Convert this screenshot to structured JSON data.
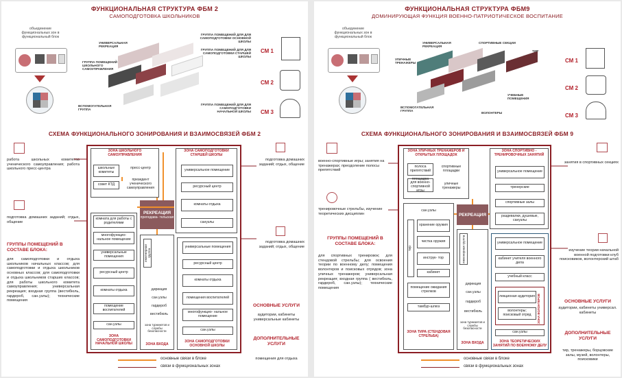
{
  "left": {
    "title": "ФУНКЦИОНАЛЬНАЯ СТРУКТУРА ФБМ 2",
    "subtitle": "САМОПОДГОТОВКА ШКОЛЬНИКОВ",
    "merge_note": "объединение функциональных зон в функциональный блок",
    "iso_labels": {
      "universal_rec": "УНИВЕРСАЛЬНАЯ РЕКРЕАЦИЯ",
      "self_gov": "ГРУППА ПОМЕЩЕНИЙ ШКОЛЬНОГО САМОУПРАВЛЕНИЯ",
      "basic_school": "ГРУППА ПОМЕЩЕНИЙ ДЛЯ ДЛЯ САМОПОДГОТОВКИ ОСНОВНОЙ ШКОЛЫ",
      "senior_school": "ГРУППА ПОМЕЩЕНИЙ ДЛЯ ДЛЯ САМОПОДГОТОВКИ СТАРШЕЙ ШКОЛЫ",
      "aux_group": "ВСПОМОГАТЕЛЬНАЯ ГРУППА",
      "primary_school": "ГРУППА ПОМЕЩЕНИЙ ДЛЯ ДЛЯ САМОПОДГОТОВКИ НАЧАЛЬНОЙ ШКОЛЫ"
    },
    "sm": [
      "СМ 1",
      "СМ 2",
      "СМ 3"
    ],
    "scheme_title": "СХЕМА ФУНКЦИОНАЛЬНОГО ЗОНИРОВАНИЯ И ВЗАИМОСВЯЗЕЙ ФБМ 2",
    "left_text_1": "работа школьных комитетов ученического самоуправления; работа школьного пресс-центра",
    "left_text_2": "подготовка домашних заданий; отдых, общение",
    "groups_title": "ГРУППЫ ПОМЕЩЕНИЙ В СОСТАВЕ БЛОКА:",
    "groups_text": "для самоподготовки и отдыха школьников начальных классов; для самоподготовки и отдыха школьников основных классов; для самоподготовки и отдыха школьников старших классов; для работы школьного комитета самоуправления; универсальная рекреация; входная группа (вестибюль, гардероб, сан.узлы); технические помещения",
    "zone_selfgov": "ЗОНА ШКОЛЬНОГО САМОУПРАВЛЕНИЯ",
    "zone_senior": "ЗОНА САМОПОДГОТОВКИ СТАРШЕЙ ШКОЛЫ",
    "zone_primary": "ЗОНА САМОПОДГОТОВКИ НАЧАЛЬНОЙ ШКОЛЫ",
    "zone_entry": "ЗОНА ВХОДА",
    "zone_basic": "ЗОНА САМОПОДГОТОВКИ ОСНОВНОЙ ШКОЛЫ",
    "selfgov_boxes": [
      "школьные комитеты",
      "совет КТД",
      "пресс-центр",
      "президент ученического самоуправления"
    ],
    "senior_boxes": [
      "универсальное помещение",
      "ресурсный центр",
      "комнаты отдыха",
      "санузлы"
    ],
    "rec_label": "РЕКРЕАЦИЯ",
    "rec_sub": "преподава- тельская",
    "primary_boxes": [
      "комната для работы с родителями",
      "многофункцио- нальное помещение",
      "универсальные помещения",
      "ресурсный центр",
      "комнаты отдыха",
      "помещение воспитателей",
      "сан.узлы"
    ],
    "entry_boxes": [
      "инженерная группа",
      "дирекция",
      "сан.узлы",
      "гардероб",
      "вестибюль",
      "зона турникетов и службы безопасности"
    ],
    "basic_boxes": [
      "универсальные помещения",
      "ресурсный центр",
      "комнаты отдыха",
      "помещения воспитателей",
      "многофункцио- нальное помещение",
      "сан.узлы"
    ],
    "right_text_1": "подготовка домашних заданий; отдых, общение",
    "right_text_2": "подготовка домашних заданий; отдых, общение",
    "services_title": "ОСНОВНЫЕ УСЛУГИ",
    "services_text": "аудитории, кабинеты универсальные кабинеты",
    "extra_title": "ДОПОЛНИТЕЛЬНЫЕ УСЛУГИ",
    "extra_text": "помещения для отдыха",
    "legend_main": "основные связи в блоке",
    "legend_func": "связи в функциональных зонах"
  },
  "right": {
    "title": "ФУНКЦИОНАЛЬНАЯ СТРУКТУРА ФБМ9",
    "subtitle": "ДОМИНИРУЮЩАЯ ФУНКЦИЯ ВОЕННО-ПАТРИОТИЧЕСКОЕ ВОСПИТАНИЕ",
    "merge_note": "объединение функциональных зон в функциональный блок",
    "iso_labels": {
      "universal_rec": "УНИВЕРСАЛЬНАЯ РЕКРЕАЦИЯ",
      "sport": "СПОРТИВНЫЕ СЕКЦИИ",
      "tir": "ТИР",
      "street": "УЛИЧНЫЕ ТРЕНАЖЕРЫ",
      "study": "УЧЕБНЫЕ ПОМЕЩЕНИЯ",
      "aux": "ВСПОМОГАТЕЛЬНАЯ ГРУППА",
      "volunteers": "ВОЛОНТЕРЫ"
    },
    "sm": [
      "СМ 1",
      "СМ 2",
      "СМ 3"
    ],
    "scheme_title": "СХЕМА ФУНКЦИОНАЛЬНОГО ЗОНИРОВАНИЯ И ВЗАИМОСВЯЗЕЙ ФБМ 9",
    "left_text_1": "военно-спортивные игры; занятия на тренажерах; преодоление полосы препятствий",
    "left_text_2": "тренировочные стрельбы, изучение теоретических дисциплин",
    "groups_title": "ГРУППЫ ПОМЕЩЕНИЙ В СОСТАВЕ БЛОКА:",
    "groups_text": "для спортивных тренировок; для стендовой стрельбы; для освоения теории по военному делу; помещения волонтеров и поисковых отрядов; зона уличных тренажеров; универсальная рекреация; входная группа ( вестибюль, гардероб, сан.узлы); технические помещения",
    "zone_street": "ЗОНА УЛИЧНЫХ ТРЕНАЖЕРОВ И ОТКРЫТЫХ ПЛОЩАДОК",
    "zone_sport": "ЗОНА СПОРТИВНО - ТРЕНИРОВОЧНЫХ ЗАНЯТИЙ",
    "zone_tir": "ЗОНА ТИРА (СТЕНДОВАЯ СТРЕЛЬБА)",
    "zone_entry": "ЗОНА ВХОДА",
    "zone_theory": "ЗОНА ТЕОРЕТИЧЕСКИХ ЗАНЯТИЙ ПО ВОЕННОМУ ДЕЛУ",
    "street_boxes": [
      "полоса препятствий",
      "спортивные площадки",
      "площадка для военно-спортивной игры",
      "уличные тренажеры"
    ],
    "sport_boxes": [
      "универсальное помещение",
      "тренерские",
      "спортивные залы",
      "раздевалки, душевые, санузлы"
    ],
    "rec_label": "РЕКРЕАЦИЯ",
    "tir_boxes": [
      "сан.узлы",
      "хранение оружия",
      "чистка оружия",
      "инструк- тор",
      "кабинет",
      "помещение ожидания стрелков",
      "тамбур-шлюз",
      "тир"
    ],
    "entry_boxes": [
      "инженерная группа",
      "дирекция",
      "сан.узлы",
      "гардероб",
      "вестибюль",
      "зона турникетов и службы безопасности"
    ],
    "theory_boxes": [
      "универсальное помещение",
      "кабинет учителя военного дела",
      "учебный класс",
      "лекционая аудитория",
      "волонтеры; поисковый отряд",
      "сан.узлы"
    ],
    "theory_side": "ЗОНА ВОЛОНТЕРОВ",
    "right_text_1": "занятия в спортивных секциях",
    "right_text_2": "изучение теории начальной военной подготовки клуб поисковиков, волонтерский штаб",
    "services_title": "ОСНОВНЫЕ УСЛУГИ",
    "services_text": "аудитории, кабинеты универсал. кабинеты",
    "extra_title": "ДОПОЛНИТЕЛЬНЫЕ УСЛУГИ",
    "extra_text": "тир, тренажеры, борцовские залы, музей, волонтеры, поисковики",
    "legend_main": "основные связи в блоке",
    "legend_func": "связи в функциональных зонах"
  },
  "colors": {
    "brand": "#8b1e24",
    "accent": "#f0902b",
    "recreation": "#8b5a5d"
  }
}
